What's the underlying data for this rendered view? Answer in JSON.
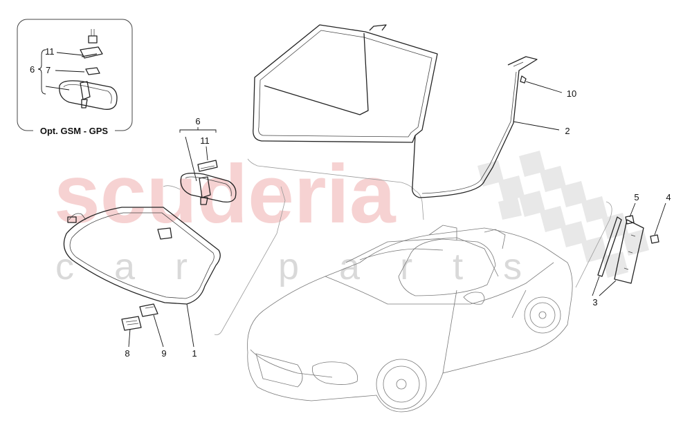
{
  "watermark": {
    "main": "scuderia",
    "sub": "car parts"
  },
  "inset": {
    "caption": "Opt. GSM - GPS"
  },
  "callouts": {
    "inset_6": "6",
    "inset_11": "11",
    "inset_7": "7",
    "main_6": "6",
    "main_11": "11",
    "c1": "1",
    "c2": "2",
    "c3": "3",
    "c4": "4",
    "c5": "5",
    "c8": "8",
    "c9": "9",
    "c10": "10"
  },
  "colors": {
    "watermark_red": "#f3c4c4",
    "checker": "#e6e6e6",
    "line": "#222222"
  }
}
